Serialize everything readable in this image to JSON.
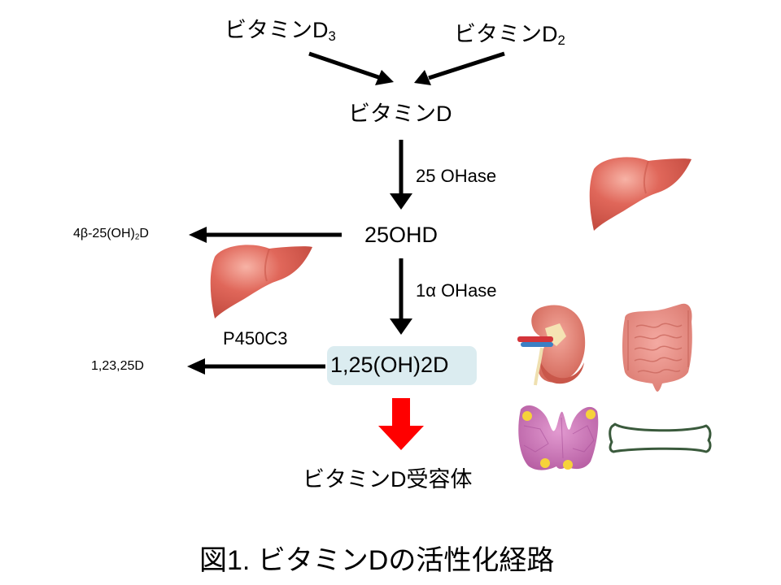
{
  "nodes": {
    "vitamin_d3": {
      "base": "ビタミンD",
      "sub": "3"
    },
    "vitamin_d2": {
      "base": "ビタミンD",
      "sub": "2"
    },
    "vitamin_d": "ビタミンD",
    "ohd25": "25OHD",
    "dihydroxy": "1,25(OH)2D",
    "receptor": "ビタミンD受容体",
    "beta_metabolite": {
      "prefix": "4β-25(OH)",
      "sub": "2",
      "suffix": "D"
    },
    "trihydroxy": "1,23,25D"
  },
  "enzymes": {
    "step1": "25 OHase",
    "step2": "1α OHase",
    "catabolic": "P450C3"
  },
  "organs": [
    "liver",
    "liver",
    "kidney",
    "intestine",
    "parathyroid",
    "bone"
  ],
  "colors": {
    "arrow": "#000000",
    "receptor_arrow": "#ff0000",
    "highlight": "#dbecf0",
    "liver": "#e0675a",
    "kidney": "#e27a6c",
    "intestine": "#e98a80",
    "parathyroid": "#cf74b8",
    "parathyroid_spot": "#f6d23a",
    "bone_outline": "#3a5a3c"
  },
  "caption": "図1. ビタミンDの活性化経路"
}
